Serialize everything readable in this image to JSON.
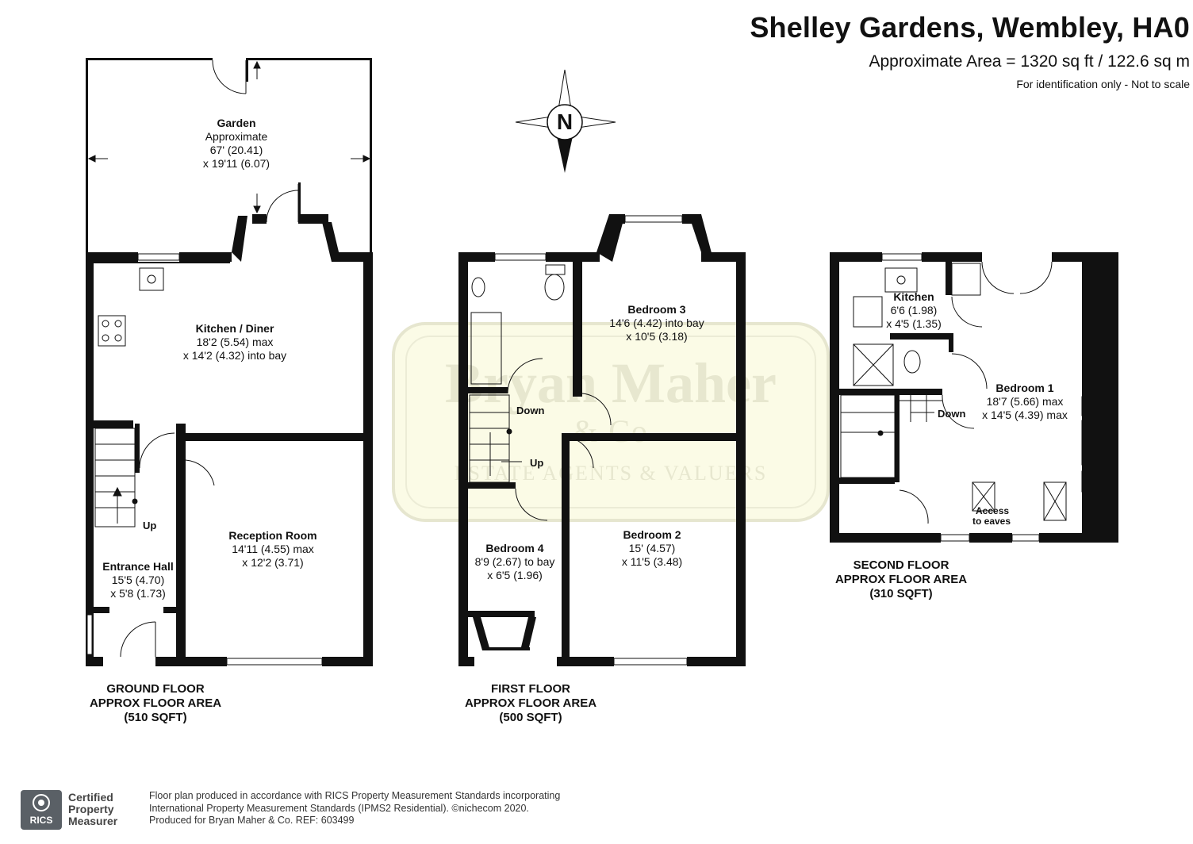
{
  "header": {
    "title": "Shelley Gardens, Wembley, HA0",
    "area": "Approximate Area = 1320 sq ft / 122.6 sq m",
    "note": "For identification only - Not to scale"
  },
  "compass": {
    "letter": "N"
  },
  "watermark": {
    "line1": "Bryan Maher",
    "line2": "& Co",
    "line3": "ESTATE AGENTS & VALUERS"
  },
  "rooms": {
    "garden": {
      "name": "Garden",
      "l1": "Approximate",
      "l2": "67' (20.41)",
      "l3": "x 19'11 (6.07)"
    },
    "kitchen_diner": {
      "name": "Kitchen / Diner",
      "l1": "18'2 (5.54) max",
      "l2": "x 14'2 (4.32) into bay"
    },
    "reception": {
      "name": "Reception Room",
      "l1": "14'11 (4.55) max",
      "l2": "x 12'2 (3.71)"
    },
    "entrance": {
      "name": "Entrance Hall",
      "l1": "15'5 (4.70)",
      "l2": "x 5'8 (1.73)"
    },
    "bedroom3": {
      "name": "Bedroom 3",
      "l1": "14'6 (4.42) into bay",
      "l2": "x 10'5 (3.18)"
    },
    "bedroom2": {
      "name": "Bedroom 2",
      "l1": "15' (4.57)",
      "l2": "x 11'5 (3.48)"
    },
    "bedroom4": {
      "name": "Bedroom 4",
      "l1": "8'9 (2.67) to bay",
      "l2": "x 6'5 (1.96)"
    },
    "kitchen2": {
      "name": "Kitchen",
      "l1": "6'6 (1.98)",
      "l2": "x 4'5 (1.35)"
    },
    "bedroom1": {
      "name": "Bedroom 1",
      "l1": "18'7 (5.66) max",
      "l2": "x 14'5 (4.39) max"
    }
  },
  "labels": {
    "up": "Up",
    "down": "Down",
    "access1": "Access",
    "access2": "to eaves"
  },
  "floors": {
    "ground": {
      "l1": "GROUND FLOOR",
      "l2": "APPROX FLOOR AREA",
      "l3": "(510 SQFT)"
    },
    "first": {
      "l1": "FIRST FLOOR",
      "l2": "APPROX FLOOR AREA",
      "l3": "(500 SQFT)"
    },
    "second": {
      "l1": "SECOND FLOOR",
      "l2": "APPROX FLOOR AREA",
      "l3": "(310 SQFT)"
    }
  },
  "rics": {
    "logo": "RICS",
    "l1": "Certified",
    "l2": "Property",
    "l3": "Measurer"
  },
  "footer": {
    "l1": "Floor plan produced in accordance with RICS Property Measurement Standards incorporating",
    "l2": "International Property Measurement Standards (IPMS2 Residential).  ©nichecom 2020.",
    "l3": "Produced for Bryan Maher & Co.   REF:  603499"
  }
}
